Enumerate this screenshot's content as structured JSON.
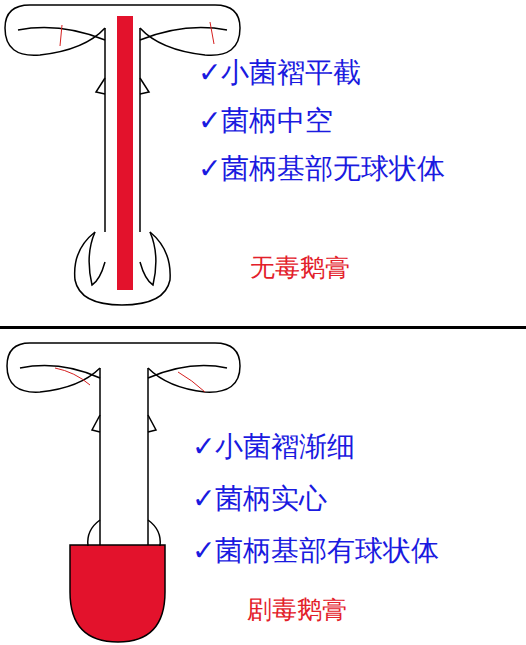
{
  "diagram": {
    "labels": [
      "✓小菌褶平截",
      "✓菌柄中空",
      "✓菌柄基部无球状体",
      "无毒鹅膏",
      "✓小菌褶渐细",
      "✓菌柄实心",
      "✓菌柄基部有球状体",
      "剧毒鹅膏"
    ]
  }
}
